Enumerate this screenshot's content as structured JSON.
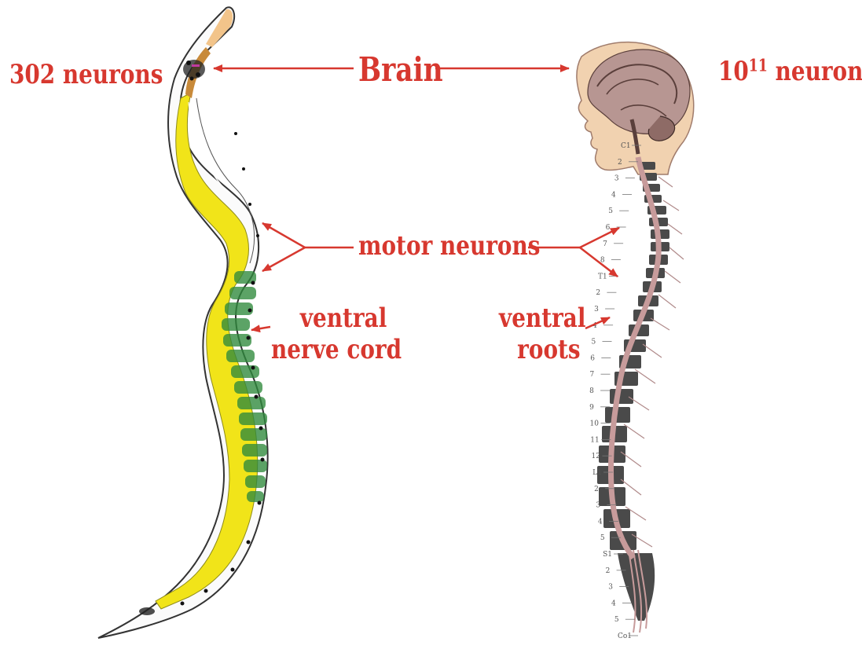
{
  "labels": {
    "worm_neurons": "302 neurons",
    "brain": "Brain",
    "human_neurons_base": "10",
    "human_neurons_exp": "11",
    "human_neurons_unit": " neurons",
    "motor_neurons": "motor neurons",
    "ventral_cord_line1": "ventral",
    "ventral_cord_line2": "nerve cord",
    "ventral_roots_line1": "ventral",
    "ventral_roots_line2": "roots"
  },
  "spine_labels": [
    "C1",
    "2",
    "3",
    "4",
    "5",
    "6",
    "7",
    "8",
    "T1",
    "2",
    "3",
    "4",
    "5",
    "6",
    "7",
    "8",
    "9",
    "10",
    "11",
    "12",
    "L1",
    "2",
    "3",
    "4",
    "5",
    "S1",
    "2",
    "3",
    "4",
    "5",
    "Co1"
  ],
  "colors": {
    "label_red": "#d7382f",
    "worm_body": "#f1e419",
    "worm_muscle": "#2f8a3c",
    "worm_head": "#c88a3a",
    "skin": "#f1d2b0",
    "vertebra": "#4a4a4a",
    "cord": "#c79b9b"
  }
}
